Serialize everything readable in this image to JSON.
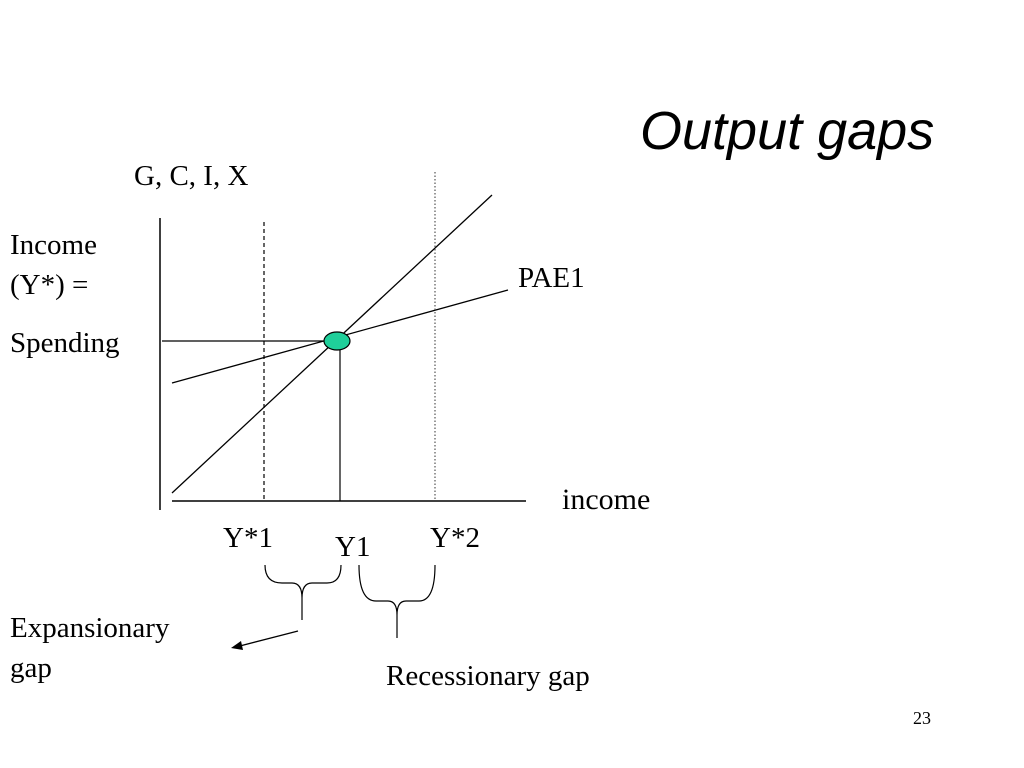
{
  "slide": {
    "title": "Output gaps",
    "page_number": "23"
  },
  "diagram": {
    "y_axis_label": "G, C, I, X",
    "x_axis_label": "income",
    "equality_label_line1": "Income",
    "equality_label_line2": "(Y*) =",
    "equality_label_line3": "Spending",
    "curve_label": "PAE1",
    "tick_y1_star": "Y*1",
    "tick_y1": "Y1",
    "tick_y2_star": "Y*2",
    "expansionary_line1": "Expansionary",
    "expansionary_line2": "gap",
    "recessionary_label": "Recessionary gap",
    "equilibrium_color": "#1fcf9a"
  }
}
